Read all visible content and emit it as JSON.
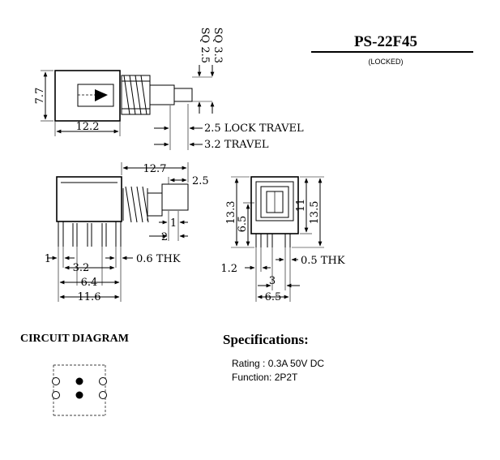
{
  "header": {
    "title": "PS-22F45",
    "subtitle": "(LOCKED)"
  },
  "top_view": {
    "dim_width": "12.2",
    "dim_height": "7.7",
    "dim_sq1": "SQ 2.5",
    "dim_sq2": "SQ 3.3",
    "dim_lock_travel": "2.5 LOCK TRAVEL",
    "dim_travel": "3.2 TRAVEL"
  },
  "side_view": {
    "dim_body": "12.7",
    "dim_button": "2.5",
    "dim_1": "1",
    "dim_2": "2",
    "dim_pin1": "1",
    "dim_thk": "0.6 THK",
    "dim_pitch": "3.2",
    "dim_span": "6.4",
    "dim_total": "11.6"
  },
  "end_view": {
    "dim_133": "13.3",
    "dim_65v": "6.5",
    "dim_11": "11",
    "dim_135": "13.5",
    "dim_12": "1.2",
    "dim_thk": "0.5 THK",
    "dim_3": "3",
    "dim_65h": "6.5"
  },
  "circuit": {
    "title": "CIRCUIT DIAGRAM"
  },
  "specifications": {
    "title": "Specifications:",
    "rating": "Rating : 0.3A 50V DC",
    "function": "Function: 2P2T"
  }
}
